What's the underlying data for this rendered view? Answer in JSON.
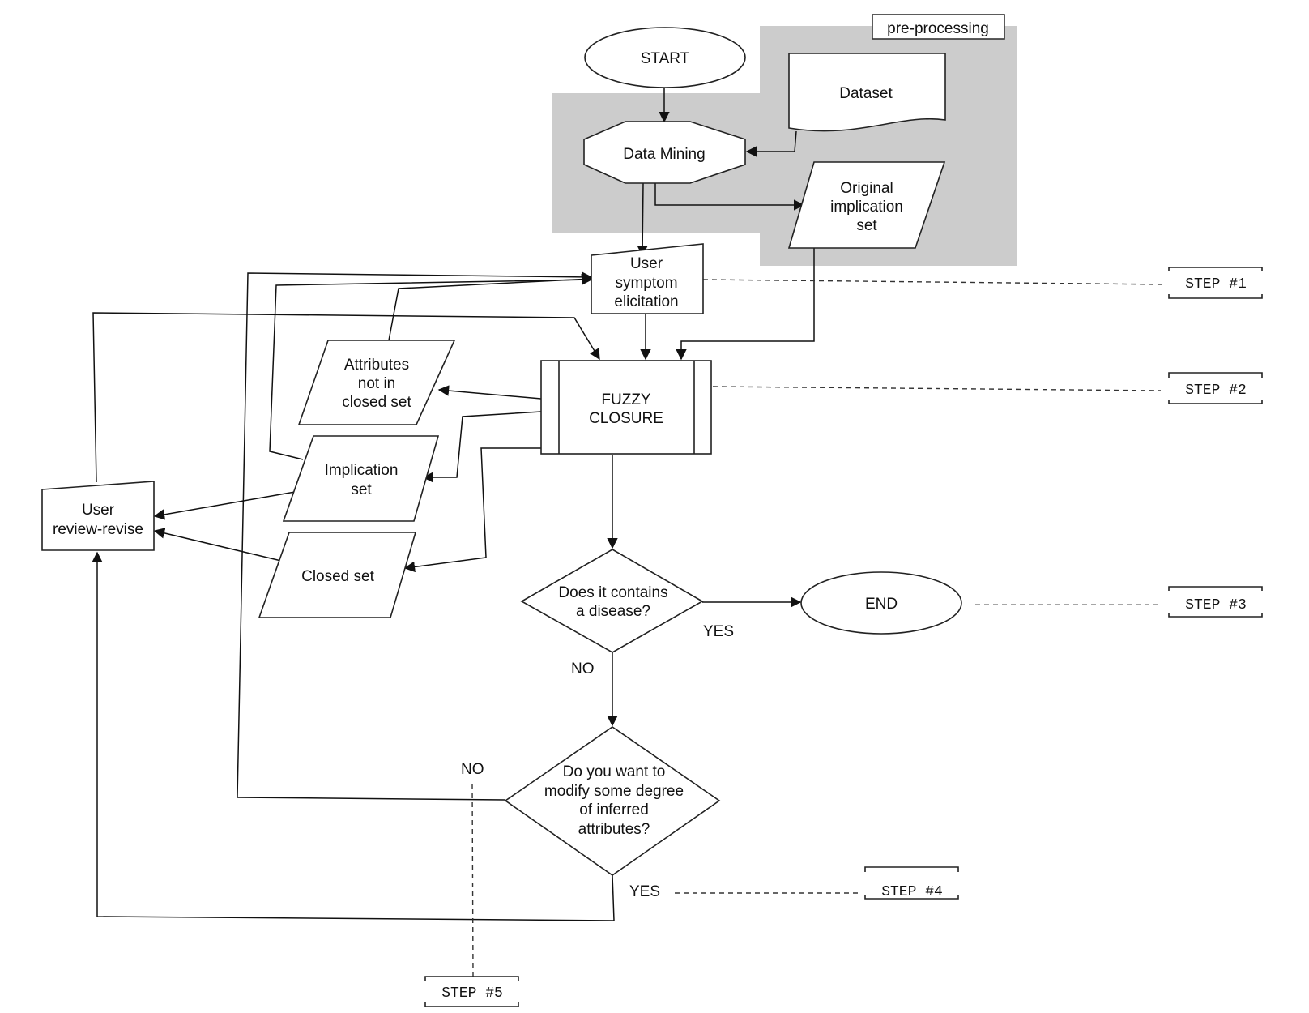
{
  "region": {
    "label": "pre-processing",
    "fill_color": "#cccccc"
  },
  "nodes": {
    "start": {
      "label": "START",
      "shape": "ellipse"
    },
    "data_mining": {
      "label": "Data Mining",
      "shape": "octagon"
    },
    "dataset": {
      "label": "Dataset",
      "shape": "document"
    },
    "original_implication_set": {
      "lines": [
        "Original",
        "implication",
        "set"
      ],
      "shape": "parallelogram"
    },
    "user_symptom_elicitation": {
      "lines": [
        "User",
        "symptom",
        "elicitation"
      ],
      "shape": "manual-input"
    },
    "fuzzy_closure": {
      "lines": [
        "FUZZY",
        "CLOSURE"
      ],
      "shape": "predefined-process"
    },
    "attributes_not_in_closed_set": {
      "lines": [
        "Attributes",
        "not in",
        "closed set"
      ],
      "shape": "parallelogram"
    },
    "implication_set": {
      "lines": [
        "Implication",
        "set"
      ],
      "shape": "parallelogram"
    },
    "closed_set": {
      "label": "Closed set",
      "shape": "parallelogram"
    },
    "user_review_revise": {
      "lines": [
        "User",
        "review-revise"
      ],
      "shape": "manual-input"
    },
    "decision_disease": {
      "lines": [
        "Does it contains",
        "a disease?"
      ],
      "shape": "diamond"
    },
    "end": {
      "label": "END",
      "shape": "ellipse"
    },
    "decision_modify": {
      "lines": [
        "Do you want to",
        "modify some degree",
        "of inferred",
        "attributes?"
      ],
      "shape": "diamond"
    }
  },
  "edge_labels": {
    "disease_yes": "YES",
    "disease_no": "NO",
    "modify_no": "NO",
    "modify_yes": "YES"
  },
  "steps": [
    {
      "label": "STEP #1"
    },
    {
      "label": "STEP #2"
    },
    {
      "label": "STEP #3"
    },
    {
      "label": "STEP #4"
    },
    {
      "label": "STEP #5"
    }
  ],
  "colors": {
    "stroke": "#111111",
    "region": "#cccccc",
    "background": "#ffffff"
  }
}
